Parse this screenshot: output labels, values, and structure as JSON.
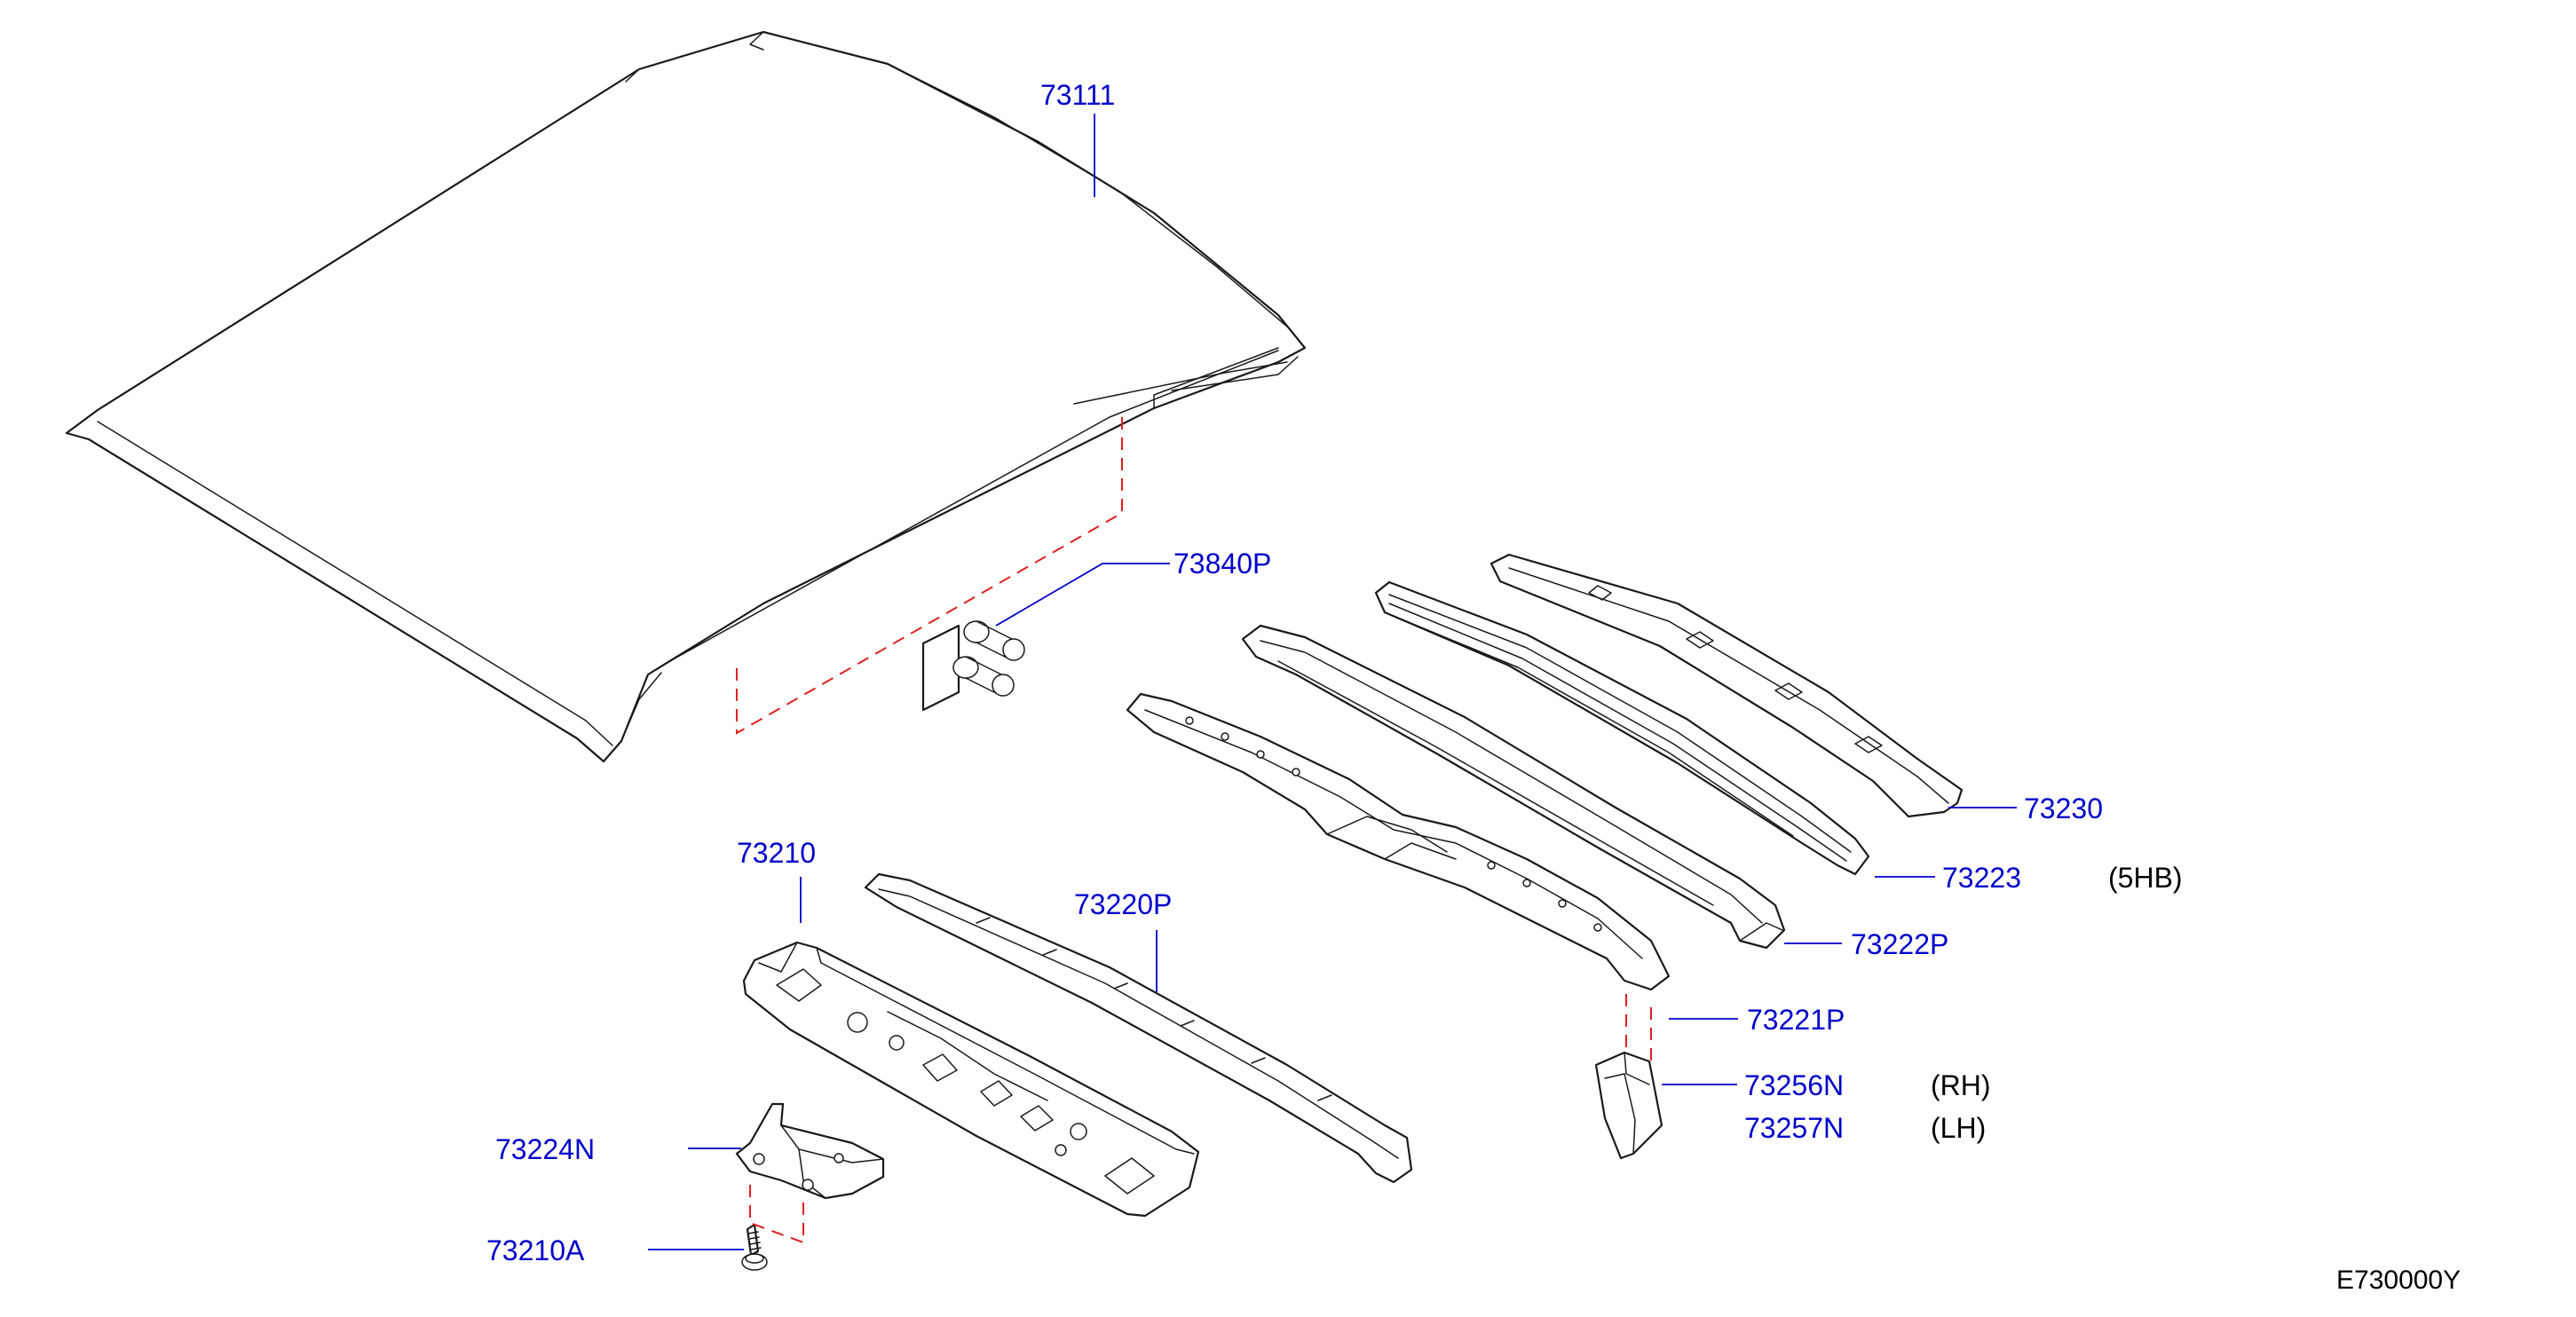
{
  "labels": {
    "p73111": "73111",
    "p73840P": "73840P",
    "p73230": "73230",
    "p73223": "73223",
    "p73222P": "73222P",
    "p73221P": "73221P",
    "p73256N": "73256N",
    "p73257N": "73257N",
    "p73210": "73210",
    "p73220P": "73220P",
    "p73224N": "73224N",
    "p73210A": "73210A"
  },
  "notes": {
    "n5HB": "(5HB)",
    "nRH": "(RH)",
    "nLH": "(LH)"
  },
  "diagram_code": "E730000Y",
  "colors": {
    "label": "#0000cc",
    "dash": "#e02020",
    "line": "#1a1a1a"
  }
}
